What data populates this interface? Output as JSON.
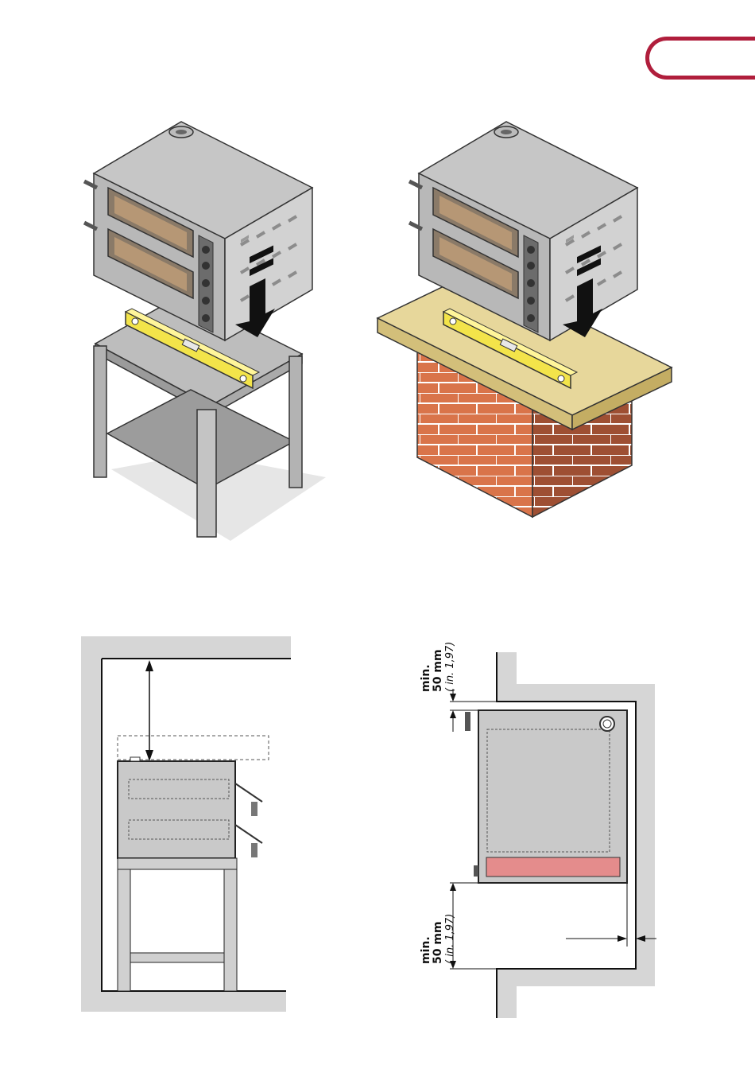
{
  "page_tab": {
    "color": "#b01e3c"
  },
  "illustrations": {
    "oven_on_stand": {
      "icon": "oven-on-steel-stand-with-spirit-level"
    },
    "oven_on_counter": {
      "icon": "oven-on-brick-counter-with-spirit-level"
    }
  },
  "side_clearance": {
    "icon": "side-view-wall-clearance-icon"
  },
  "top_view": {
    "rear_clearance": {
      "min": "min.",
      "value": "50 mm",
      "inches": "( in. 1,97)"
    },
    "side_clearance": {
      "min": "min.",
      "value": "50 mm",
      "inches": "( in. 1,97)"
    },
    "panel_color": "#e48c8c"
  }
}
